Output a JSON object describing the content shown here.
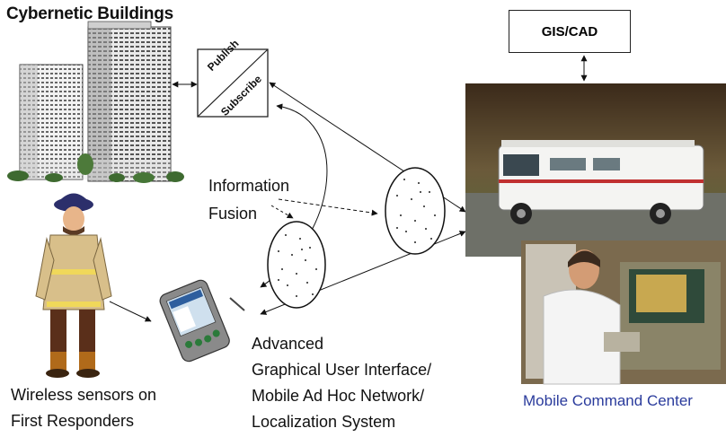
{
  "title": "Cybernetic Buildings",
  "gis_cad": "GIS/CAD",
  "pubsub": {
    "publish": "Publish",
    "subscribe": "Subscribe"
  },
  "info_fusion": {
    "line1": "Information",
    "line2": "Fusion"
  },
  "advanced": {
    "line1": "Advanced",
    "line2": "Graphical User Interface/",
    "line3": "Mobile Ad Hoc Network/",
    "line4": "Localization System"
  },
  "wireless": {
    "line1": "Wireless sensors on",
    "line2": "First Responders"
  },
  "command_center": "Mobile Command Center",
  "colors": {
    "command_center_text": "#2a3b9c",
    "arrow": "#111111"
  }
}
